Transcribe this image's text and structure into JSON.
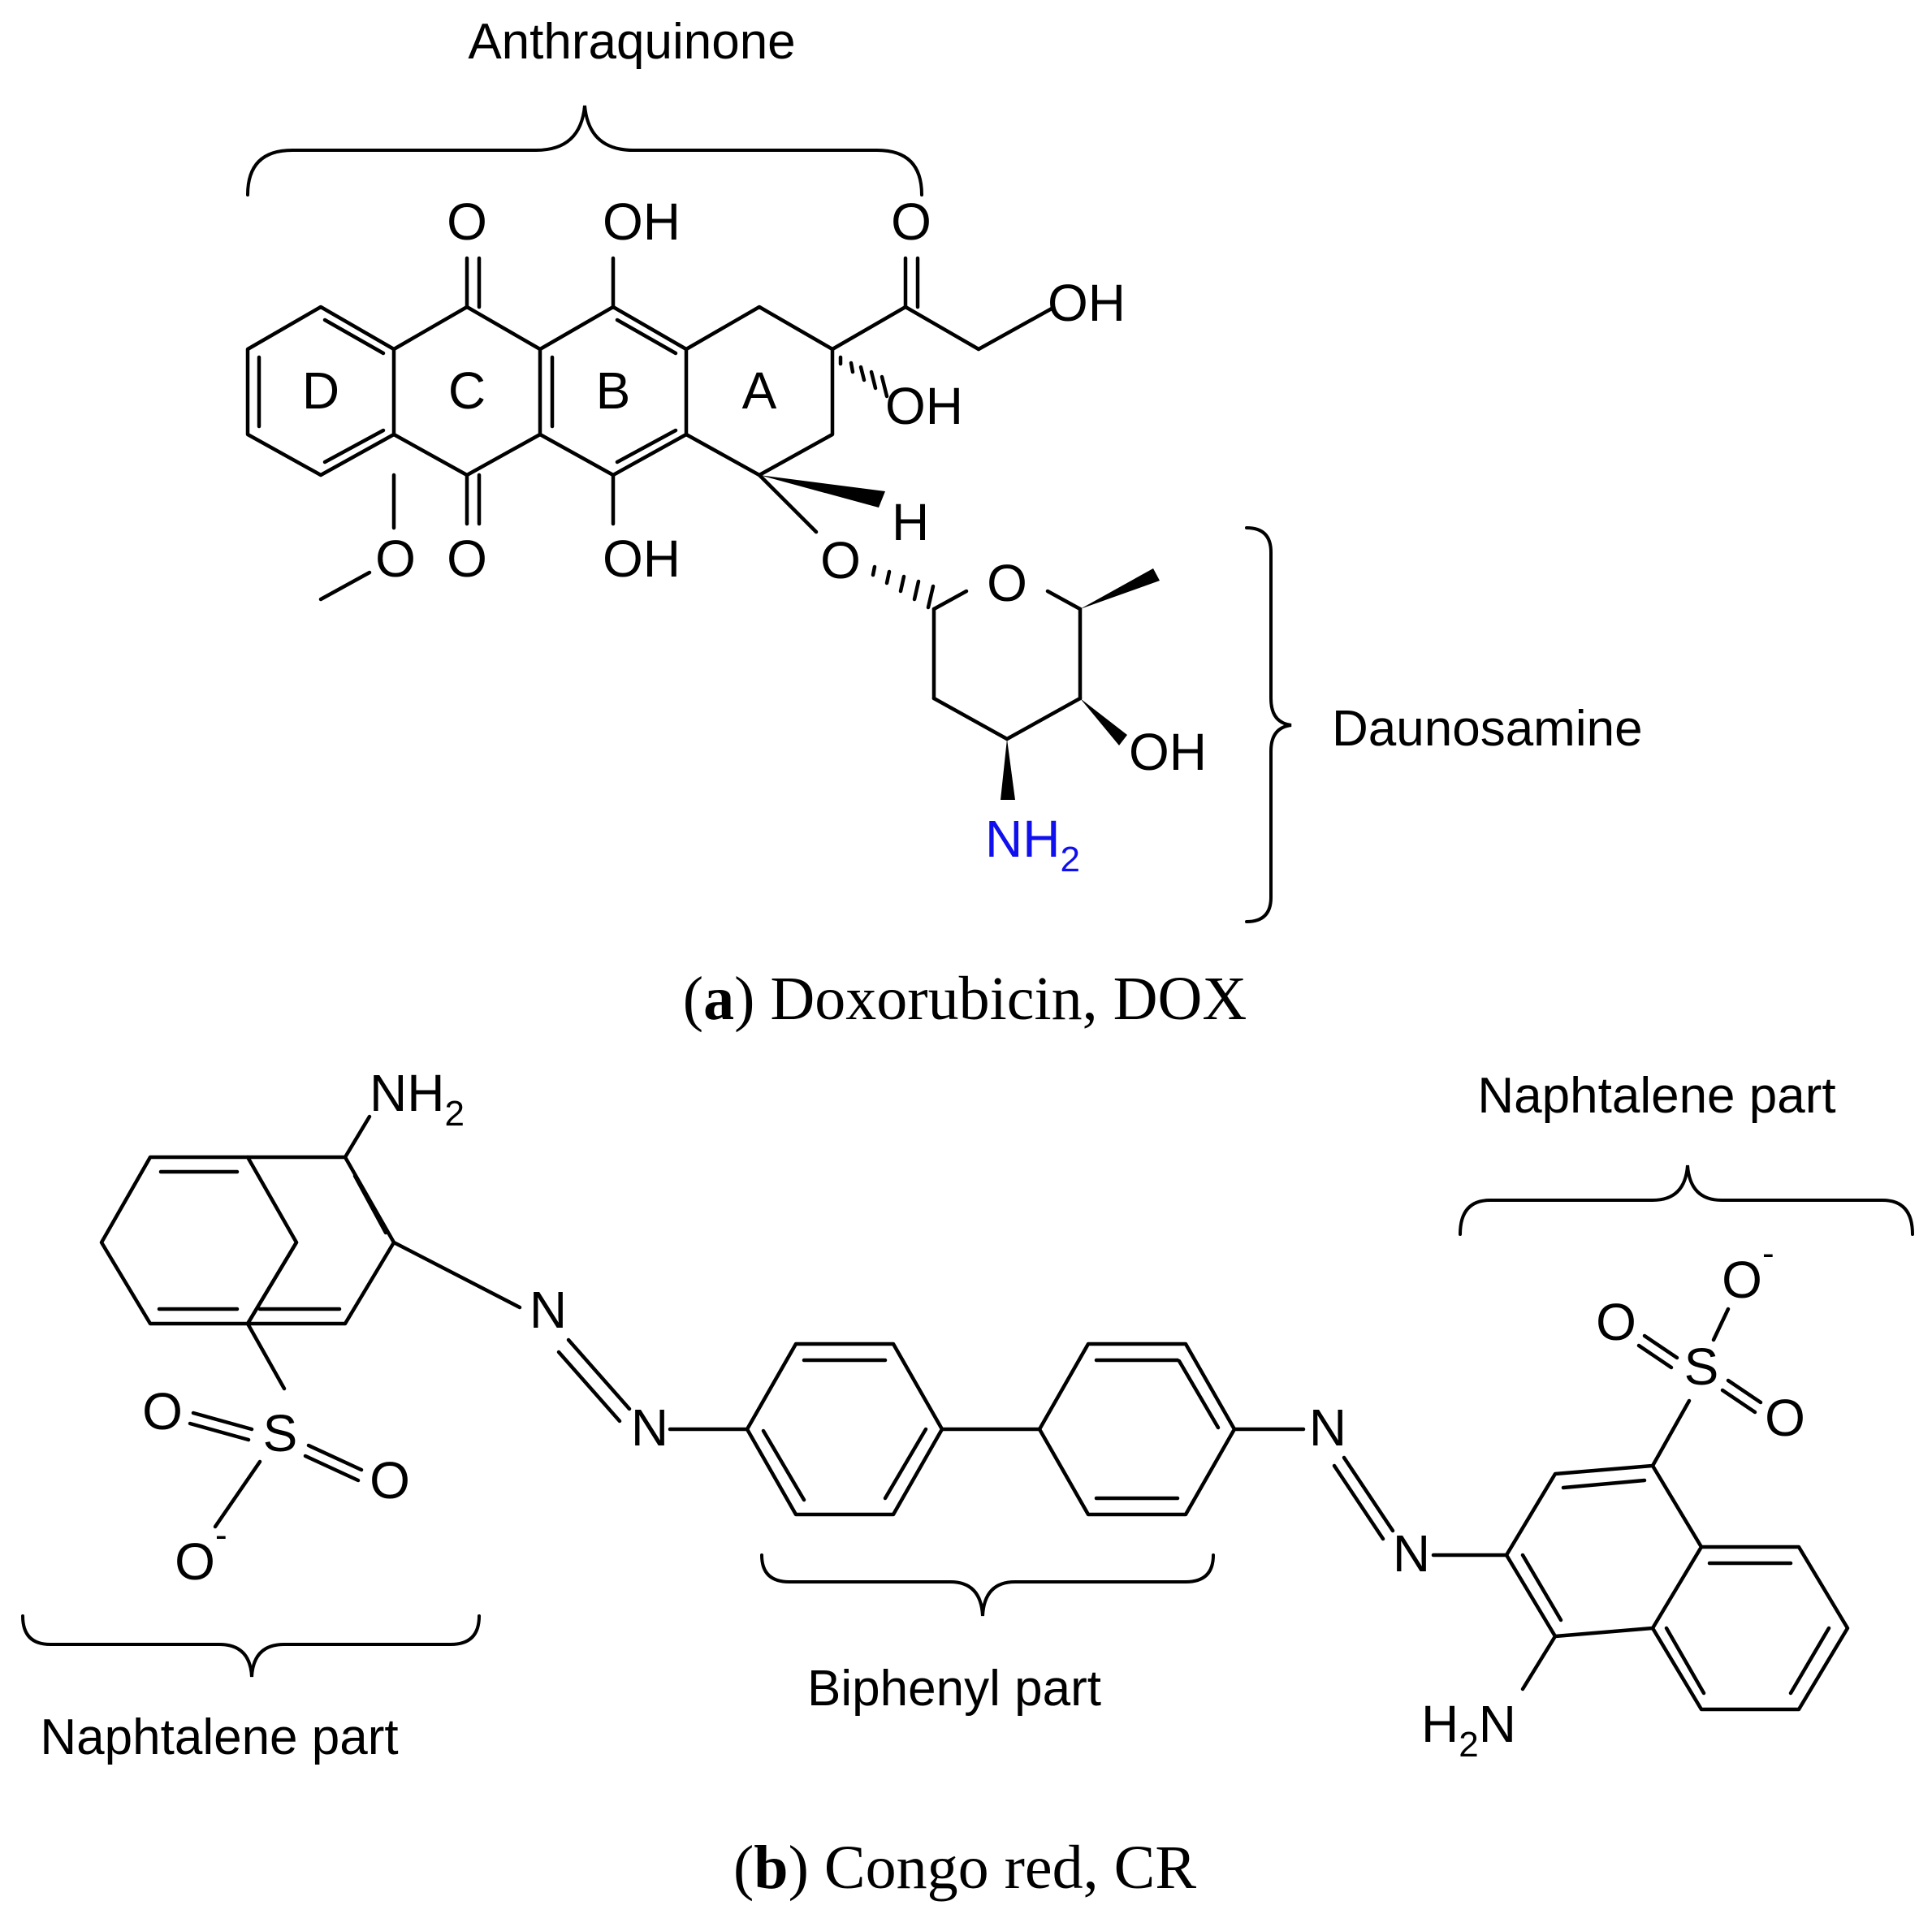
{
  "panel_a": {
    "brace_top_label": "Anthraquinone",
    "brace_right_label": "Daunosamine",
    "ring_labels": [
      "D",
      "C",
      "B",
      "A"
    ],
    "atoms": {
      "o_quinone_top": "O",
      "oh_top": "OH",
      "o_ketone": "O",
      "oh_chain": "OH",
      "oh_ring": "OH",
      "o_methoxy": "O",
      "o_quinone_bottom": "O",
      "oh_bottom": "OH",
      "h_stereo": "H",
      "o_glycoside": "O",
      "o_sugar_ring": "O",
      "oh_sugar": "OH",
      "nh2_base": "NH",
      "nh2_sub": "2"
    },
    "caption_letter": "a",
    "caption_text": "Doxorubicin, DOX",
    "nh2_color": "#1010ee"
  },
  "panel_b": {
    "brace_left_label": "Naphtalene part",
    "brace_mid_label": "Biphenyl part",
    "brace_right_label": "Naphtalene part",
    "atoms": {
      "nh2_left_base": "NH",
      "nh2_left_sub": "2",
      "n1": "N",
      "n2": "N",
      "n3": "N",
      "n4": "N",
      "s_left": "S",
      "o_left_1": "O",
      "o_left_2": "O",
      "o_left_minus": "O",
      "minus_left": "-",
      "s_right": "S",
      "o_right_1": "O",
      "o_right_2": "O",
      "o_right_minus": "O",
      "minus_right": "-",
      "h2n_right_h": "H",
      "h2n_right_sub": "2",
      "h2n_right_n": "N"
    },
    "caption_letter": "b",
    "caption_text": "Congo red, CR"
  }
}
